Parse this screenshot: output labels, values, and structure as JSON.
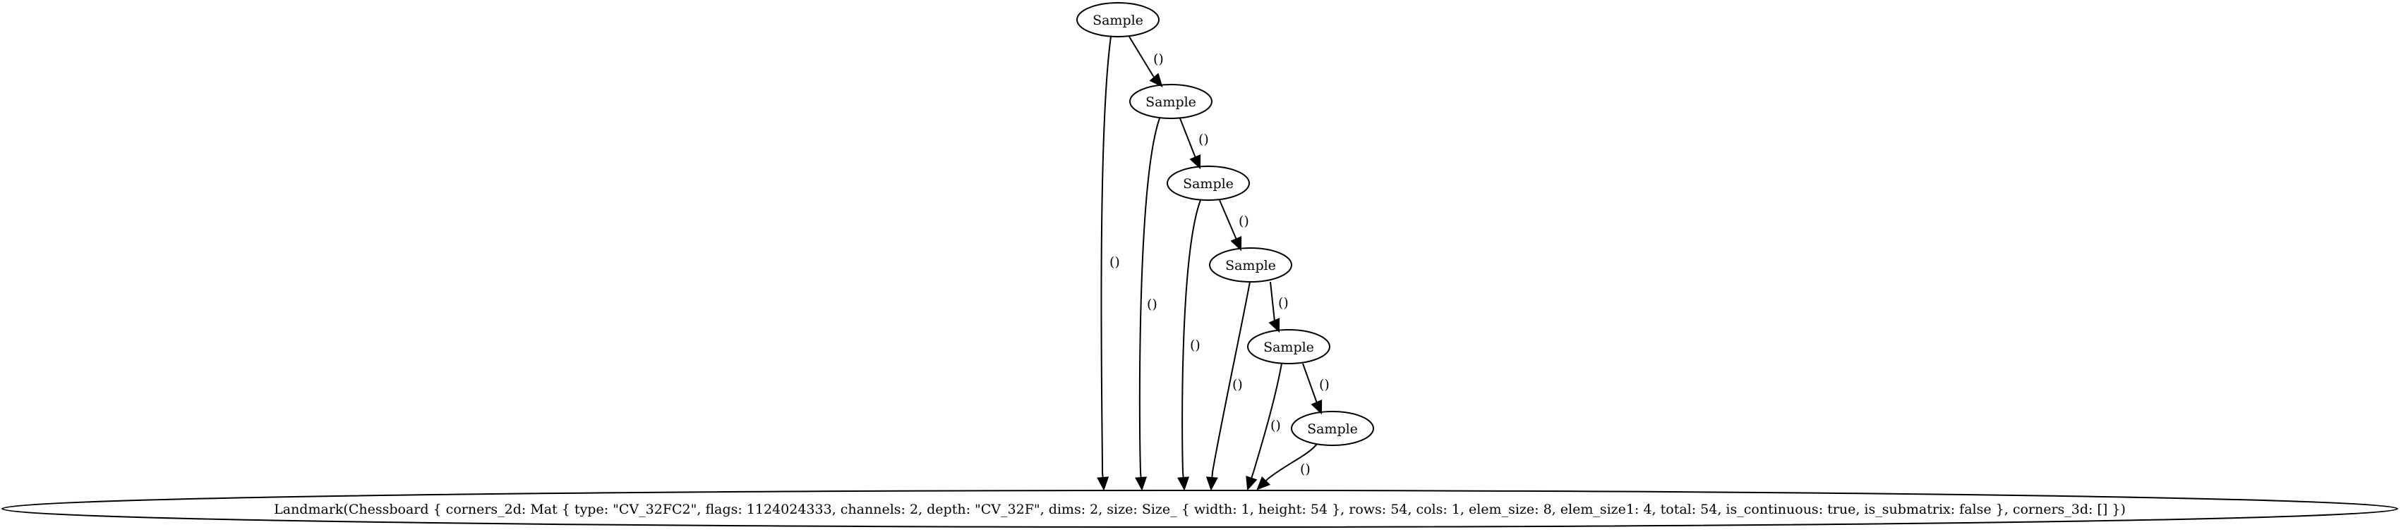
{
  "graph": {
    "nodes": [
      {
        "id": "s1",
        "label": "Sample"
      },
      {
        "id": "s2",
        "label": "Sample"
      },
      {
        "id": "s3",
        "label": "Sample"
      },
      {
        "id": "s4",
        "label": "Sample"
      },
      {
        "id": "s5",
        "label": "Sample"
      },
      {
        "id": "s6",
        "label": "Sample"
      },
      {
        "id": "lm",
        "label": "Landmark(Chessboard { corners_2d: Mat { type: \"CV_32FC2\", flags: 1124024333, channels: 2, depth: \"CV_32F\", dims: 2, size: Size_ { width: 1, height: 54 }, rows: 54, cols: 1, elem_size: 8, elem_size1: 4, total: 54, is_continuous: true, is_submatrix: false }, corners_3d: [] })"
      }
    ],
    "edges": [
      {
        "id": "e-s1-s2",
        "from": "s1",
        "to": "s2",
        "label": "()"
      },
      {
        "id": "e-s2-s3",
        "from": "s2",
        "to": "s3",
        "label": "()"
      },
      {
        "id": "e-s3-s4",
        "from": "s3",
        "to": "s4",
        "label": "()"
      },
      {
        "id": "e-s4-s5",
        "from": "s4",
        "to": "s5",
        "label": "()"
      },
      {
        "id": "e-s5-s6",
        "from": "s5",
        "to": "s6",
        "label": "()"
      },
      {
        "id": "e-s1-lm",
        "from": "s1",
        "to": "lm",
        "label": "()"
      },
      {
        "id": "e-s2-lm",
        "from": "s2",
        "to": "lm",
        "label": "()"
      },
      {
        "id": "e-s3-lm",
        "from": "s3",
        "to": "lm",
        "label": "()"
      },
      {
        "id": "e-s4-lm",
        "from": "s4",
        "to": "lm",
        "label": "()"
      },
      {
        "id": "e-s5-lm",
        "from": "s5",
        "to": "lm",
        "label": "()"
      },
      {
        "id": "e-s6-lm",
        "from": "s6",
        "to": "lm",
        "label": "()"
      }
    ]
  }
}
